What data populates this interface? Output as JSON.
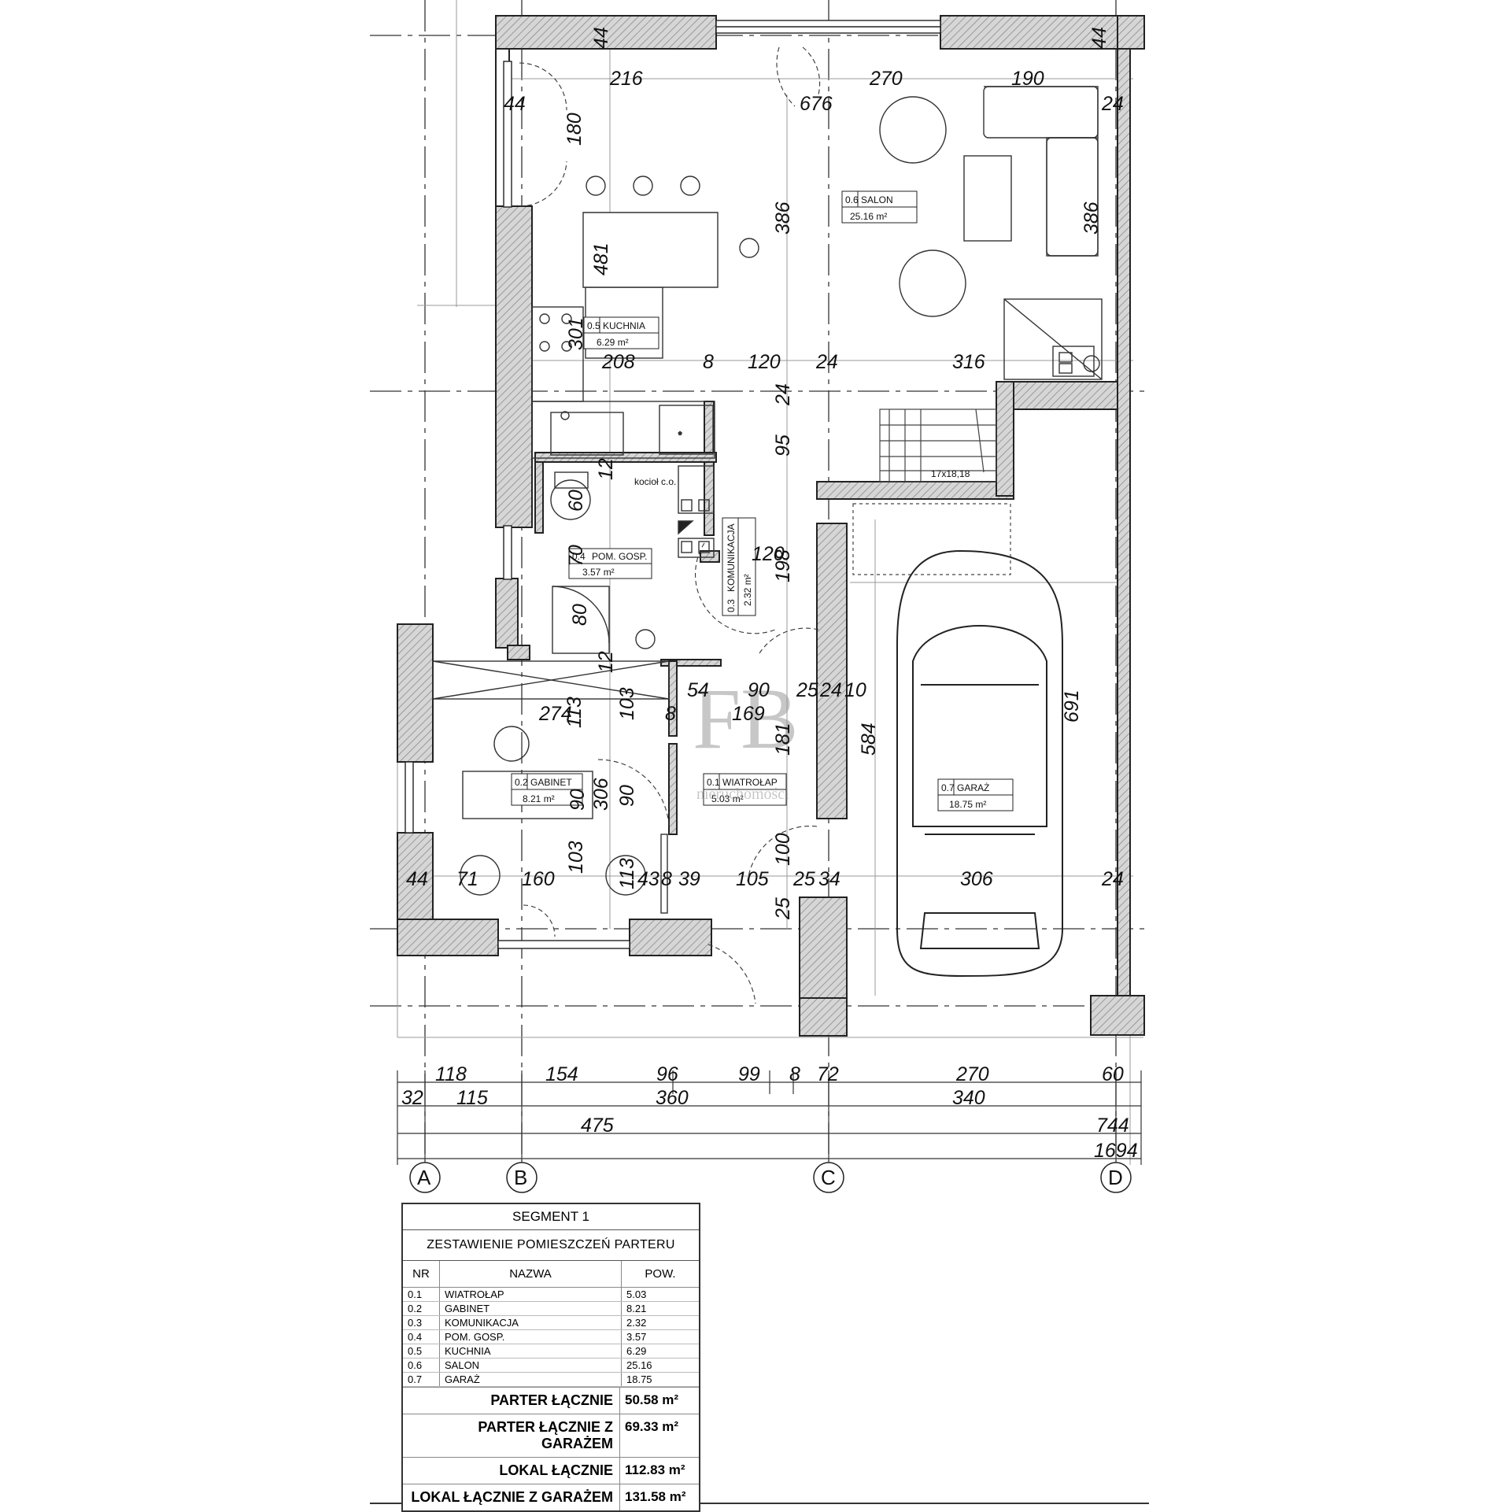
{
  "rooms": [
    {
      "nr": "0.1",
      "name": "WIATROŁAP",
      "area": "5.03 m²"
    },
    {
      "nr": "0.2",
      "name": "GABINET",
      "area": "8.21 m²"
    },
    {
      "nr": "0.3",
      "name": "KOMUNIKACJA",
      "area": "2.32 m²"
    },
    {
      "nr": "0.4",
      "name": "POM. GOSP.",
      "area": "3.57 m²"
    },
    {
      "nr": "0.5",
      "name": "KUCHNIA",
      "area": "6.29 m²"
    },
    {
      "nr": "0.6",
      "name": "SALON",
      "area": "25.16 m²"
    },
    {
      "nr": "0.7",
      "name": "GARAŻ",
      "area": "18.75 m²"
    }
  ],
  "fixtures": {
    "boiler": "kocioł c.o.",
    "stairs": "17x18,18"
  },
  "axes": [
    "A",
    "B",
    "C",
    "D"
  ],
  "dims": {
    "top_216": "216",
    "top_676": "676",
    "top_270": "270",
    "top_190": "190",
    "top_44a": "44",
    "top_44b": "44",
    "top_24": "24",
    "v_180": "180",
    "v_44": "44",
    "v_481": "481",
    "v_386a": "386",
    "v_386b": "386",
    "v_301": "301",
    "h_208": "208",
    "h_8a": "8",
    "h_120a": "120",
    "h_24a": "24",
    "h_316": "316",
    "v_24": "24",
    "v_95": "95",
    "v_60": "60",
    "v_12a": "12",
    "v_70": "70",
    "h_120b": "120",
    "v_198": "198",
    "v_80": "80",
    "v_12b": "12",
    "h_54": "54",
    "h_90a": "90",
    "h_25a": "25",
    "h_24b": "24",
    "h_10": "10",
    "h_274": "274",
    "v_113a": "113",
    "v_103a": "103",
    "h_8b": "8",
    "h_169": "169",
    "v_181": "181",
    "v_584": "584",
    "v_691": "691",
    "v_306a": "306",
    "v_90a": "90",
    "v_90b": "90",
    "h_44": "44",
    "h_71": "71",
    "h_160": "160",
    "v_103b": "103",
    "v_113b": "113",
    "h_43": "43",
    "h_8c": "8",
    "h_39": "39",
    "h_105": "105",
    "h_25b": "25",
    "h_34": "34",
    "v_100": "100",
    "h_306": "306",
    "h_24c": "24",
    "v_25": "25",
    "b1_118": "118",
    "b1_154": "154",
    "b1_96": "96",
    "b1_99": "99",
    "b1_8": "8",
    "b1_72": "72",
    "b1_270": "270",
    "b1_60": "60",
    "b2_32": "32",
    "b2_115": "115",
    "b2_360": "360",
    "b2_340": "340",
    "b3_475": "475",
    "b3_744": "744",
    "b4_1694": "1694"
  },
  "watermark": {
    "mark": "FB",
    "sub": "nieruchomości"
  },
  "schedule": {
    "title": "SEGMENT 1",
    "subtitle": "ZESTAWIENIE POMIESZCZEŃ PARTERU",
    "col_nr": "NR",
    "col_name": "NAZWA",
    "col_area": "POW.",
    "rows": [
      {
        "nr": "0.1",
        "name": "WIATROŁAP",
        "area": "5.03"
      },
      {
        "nr": "0.2",
        "name": "GABINET",
        "area": "8.21"
      },
      {
        "nr": "0.3",
        "name": "KOMUNIKACJA",
        "area": "2.32"
      },
      {
        "nr": "0.4",
        "name": "POM. GOSP.",
        "area": "3.57"
      },
      {
        "nr": "0.5",
        "name": "KUCHNIA",
        "area": "6.29"
      },
      {
        "nr": "0.6",
        "name": "SALON",
        "area": "25.16"
      },
      {
        "nr": "0.7",
        "name": "GARAŻ",
        "area": "18.75"
      }
    ],
    "totals": [
      {
        "label": "PARTER ŁĄCZNIE",
        "value": "50.58 m²"
      },
      {
        "label": "PARTER ŁĄCZNIE Z GARAŻEM",
        "value": "69.33 m²"
      },
      {
        "label": "LOKAL ŁĄCZNIE",
        "value": "112.83 m²"
      },
      {
        "label": "LOKAL ŁĄCZNIE Z GARAŻEM",
        "value": "131.58 m²"
      }
    ]
  }
}
